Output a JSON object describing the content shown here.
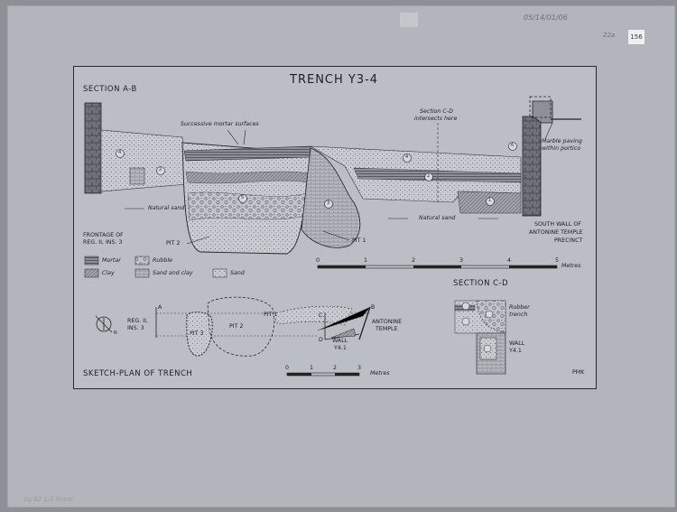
{
  "annotations": {
    "date_stamp": "05/14/01/06",
    "ref_code": "22a",
    "sheet_tag": "156",
    "footer_note": "Sg 82 1/2 linear"
  },
  "title": "TRENCH Y3-4",
  "section_ab": {
    "heading": "SECTION A-B",
    "mortar_surfaces": "Successive mortar surfaces",
    "section_cd_note_1": "Section C-D",
    "section_cd_note_2": "intersects here",
    "marble_1": "Marble paving",
    "marble_2": "within portico",
    "natural_sand_left": "Natural sand",
    "natural_sand_right": "Natural sand",
    "frontage_1": "FRONTAGE OF",
    "frontage_2": "REG. II, INS. 3",
    "pit2": "PIT 2",
    "pit1": "PIT 1",
    "south_wall_1": "SOUTH WALL OF",
    "south_wall_2": "ANTONINE TEMPLE",
    "south_wall_3": "PRECINCT",
    "layer_numbers": [
      "1",
      "2",
      "3",
      "4",
      "5",
      "6"
    ]
  },
  "legend": {
    "mortar": "Mortar",
    "rubble": "Rubble",
    "clay": "Clay",
    "sand_and_clay": "Sand and clay",
    "sand": "Sand"
  },
  "scale_main": {
    "ticks": [
      "0",
      "1",
      "2",
      "3",
      "4",
      "5"
    ],
    "unit": "Metres"
  },
  "section_cd": {
    "heading": "SECTION C-D",
    "robber_1": "Robber",
    "robber_2": "trench",
    "wall_1": "WALL",
    "wall_2": "Y4.1"
  },
  "plan": {
    "heading": "SKETCH-PLAN OF TRENCH",
    "label_a": "A",
    "label_b": "B",
    "label_c": "C",
    "label_d": "D",
    "reg_1": "REG. II,",
    "reg_2": "INS. 3",
    "pit3": "PIT 3",
    "pit2": "PIT 2",
    "pit1": "PIT 1",
    "antonine_1": "ANTONINE",
    "antonine_2": "TEMPLE",
    "wall_1": "WALL",
    "wall_2": "Y4.1",
    "north_mark": "N"
  },
  "scale_plan": {
    "ticks": [
      "0",
      "1",
      "2",
      "3"
    ],
    "unit": "Metres"
  },
  "initials": "PMK",
  "colors": {
    "ink": "#1e1e22",
    "paper": "#bcbec6",
    "sheet": "#b3b5bd",
    "board": "#8f8f96"
  }
}
